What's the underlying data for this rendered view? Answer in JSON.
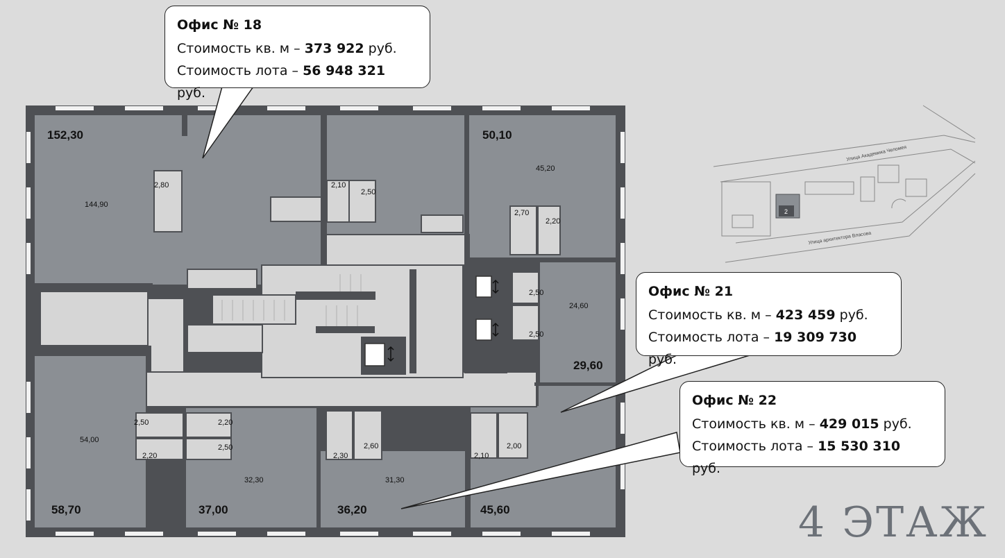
{
  "floor_title": "4 ЭТАЖ",
  "offices": [
    {
      "title": "Офис № 18",
      "price_label": "Стоимость кв. м – ",
      "price_value": "373 922",
      "lot_label": "Стоимость лота – ",
      "lot_value": "56 948 321",
      "currency": " руб."
    },
    {
      "title": "Офис № 21",
      "price_label": "Стоимость кв. м – ",
      "price_value": "423 459",
      "lot_label": "Стоимость лота – ",
      "lot_value": "19 309 730",
      "currency": " руб."
    },
    {
      "title": "Офис № 22",
      "price_label": "Стоимость кв. м – ",
      "price_value": "429 015",
      "lot_label": "Стоимость лота – ",
      "lot_value": "15 530 310",
      "currency": " руб."
    }
  ],
  "rooms": {
    "r18_total": "152,30",
    "r18_main": "144,90",
    "r18_wc": "2,80",
    "wc_210a": "2,10",
    "wc_250a": "2,50",
    "r19_total": "50,10",
    "r19_main": "45,20",
    "wc_270": "2,70",
    "wc_220a": "2,20",
    "wc_250b": "2,50",
    "wc_250c": "2,50",
    "r21_main": "24,60",
    "r21_total": "29,60",
    "wc_250d": "2,50",
    "wc_220b": "2,20",
    "wc_220c": "2,20",
    "wc_250e": "2,50",
    "r_left_main": "54,00",
    "r_left_total": "58,70",
    "r_mid_main": "32,30",
    "r_mid_total": "37,00",
    "wc_230": "2,30",
    "wc_260": "2,60",
    "r_mid2_main": "31,30",
    "r_mid2_total": "36,20",
    "wc_210b": "2,10",
    "wc_200": "2,00",
    "r_right_total": "45,60"
  },
  "map": {
    "street_top": "Улица Академика Челомея",
    "street_bottom": "Улица архитектора Власова",
    "building_label": "2"
  },
  "colors": {
    "room": "#8b8f94",
    "wall": "#4e5054",
    "core": "#d6d6d6",
    "background": "#dcdcdc"
  }
}
